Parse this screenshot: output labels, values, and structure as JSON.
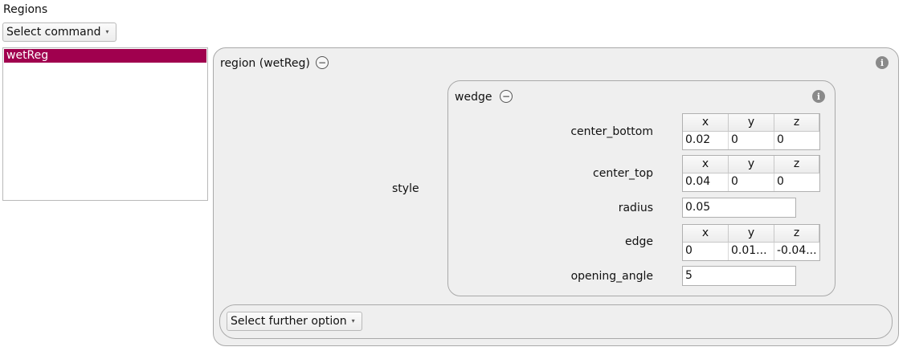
{
  "regions_label": "Regions",
  "select_command": "Select command",
  "region_list": [
    "wetReg"
  ],
  "region_panel": {
    "title": "region (wetReg)",
    "style_label": "style",
    "wedge": {
      "title": "wedge",
      "center_bottom": {
        "label": "center_bottom",
        "headers": [
          "x",
          "y",
          "z"
        ],
        "values": [
          "0.02",
          "0",
          "0"
        ]
      },
      "center_top": {
        "label": "center_top",
        "headers": [
          "x",
          "y",
          "z"
        ],
        "values": [
          "0.04",
          "0",
          "0"
        ]
      },
      "radius": {
        "label": "radius",
        "value": "0.05"
      },
      "edge": {
        "label": "edge",
        "headers": [
          "x",
          "y",
          "z"
        ],
        "values": [
          "0",
          "0.01...",
          "-0.04..."
        ]
      },
      "opening_angle": {
        "label": "opening_angle",
        "value": "5"
      }
    }
  },
  "select_further_option": "Select further option",
  "icons": {
    "collapse": "minus-circle-icon",
    "info": "info-icon",
    "dropdown": "caret-down-icon"
  }
}
